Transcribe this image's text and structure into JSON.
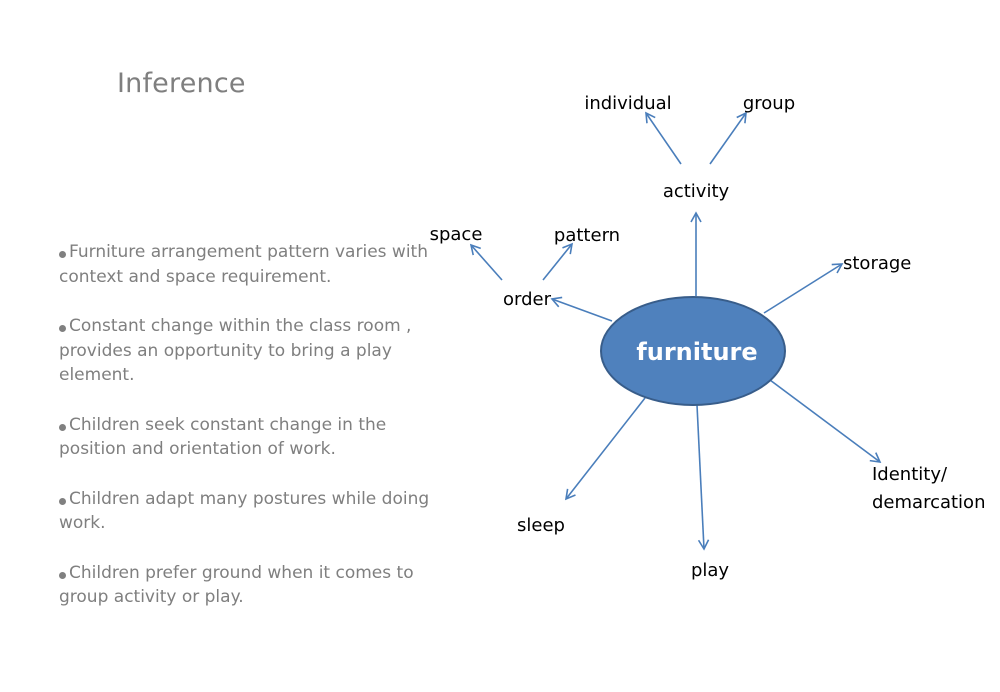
{
  "title": "Inference",
  "bullets": [
    "Furniture arrangement pattern varies with context and space requirement.",
    "Constant change within the class room , provides an opportunity to bring a play element.",
    "Children seek constant change in the position and orientation of work.",
    "Children adapt many postures while doing work.",
    "Children prefer ground when it comes to group activity or play."
  ],
  "diagram": {
    "center": "furniture",
    "nodes": {
      "activity": "activity",
      "individual": "individual",
      "group": "group",
      "order": "order",
      "space": "space",
      "pattern": "pattern",
      "storage": "storage",
      "identity_line1": "Identity/",
      "identity_line2": "demarcation",
      "sleep": "sleep",
      "play": "play"
    },
    "colors": {
      "ellipse_fill": "#4f81bd",
      "ellipse_stroke": "#385d8a",
      "arrow": "#4a7ebb"
    }
  }
}
